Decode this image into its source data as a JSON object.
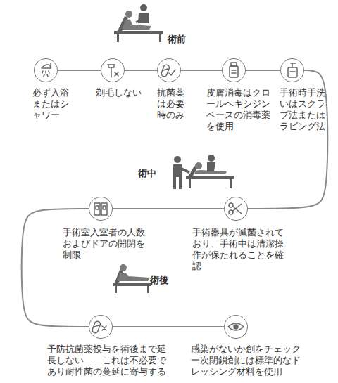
{
  "diagram": {
    "nodes": [
      {
        "text": [
          "必ず入浴またはシャワー"
        ]
      },
      {
        "text": [
          "剃毛しない"
        ]
      },
      {
        "text": [
          "抗菌薬は必要時のみ"
        ]
      },
      {
        "text": [
          "皮膚消毒はクロールヘキシジンベースの消毒薬を使用"
        ]
      },
      {
        "text": [
          "手術時手洗いはスクラブ法またはラビング法"
        ]
      },
      {
        "text": [
          "手術器具が滅菌されており、手術中は清潔操作が保たれることを確認"
        ]
      },
      {
        "text": [
          "手術室入室者の人数およびドアの開閉を制限"
        ]
      },
      {
        "text": [
          "予防抗菌薬投与を術後まで延長しない——これは不必要であり耐性菌の蔓延に寄与する"
        ]
      },
      {
        "text": [
          "感染がないか創をチェック 一次閉鎖創には標準的なドレッシング材料を使用"
        ]
      }
    ],
    "edges": [
      {
        "from": 0,
        "to": 1,
        "arrow": "none"
      },
      {
        "from": 1,
        "to": 2,
        "arrow": "none"
      },
      {
        "from": 2,
        "to": 3,
        "arrow": "none"
      },
      {
        "from": 3,
        "to": 4,
        "arrow": "none"
      },
      {
        "from": 4,
        "to": 5,
        "arrow": "none"
      },
      {
        "from": 5,
        "to": 6,
        "arrow": "none"
      },
      {
        "from": 6,
        "to": 7,
        "arrow": "none"
      },
      {
        "from": 7,
        "to": 8,
        "arrow": "none"
      }
    ],
    "labels": [
      "術前",
      "術中",
      "術後"
    ]
  }
}
